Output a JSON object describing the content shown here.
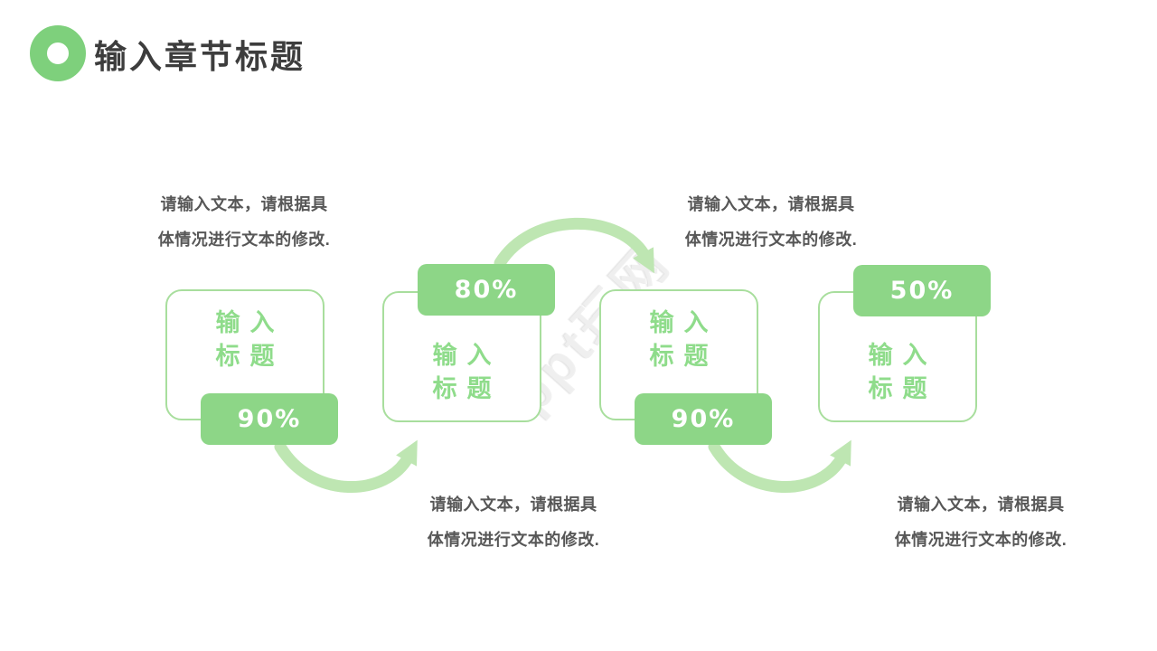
{
  "header": {
    "section_title": "输入章节标题"
  },
  "watermark": {
    "text": "ppt玩网"
  },
  "steps": [
    {
      "title_lines": [
        "输入",
        "标题"
      ],
      "percent": "90%",
      "badge_position": "bottom",
      "caption_lines": [
        "请输入文本，请根据具",
        "体情况进行文本的修改."
      ]
    },
    {
      "title_lines": [
        "输入",
        "标题"
      ],
      "percent": "80%",
      "badge_position": "top",
      "caption_lines": [
        "请输入文本，请根据具",
        "体情况进行文本的修改."
      ]
    },
    {
      "title_lines": [
        "输入",
        "标题"
      ],
      "percent": "90%",
      "badge_position": "bottom",
      "caption_lines": [
        "请输入文本，请根据具",
        "体情况进行文本的修改."
      ]
    },
    {
      "title_lines": [
        "输入",
        "标题"
      ],
      "percent": "50%",
      "badge_position": "top",
      "caption_lines": [
        "请输入文本，请根据具",
        "体情况进行文本的修改."
      ]
    }
  ],
  "colors": {
    "ring_green": "#7ed07c",
    "section_title_text": "#3d3d3d",
    "box_border_green": "#a8de9d",
    "box_title_green": "#8fdc8b",
    "badge_fill_green": "#8dd687",
    "badge_text": "#ffffff",
    "arrow_green": "#bee6b2",
    "caption_text": "#575757",
    "background": "#ffffff"
  }
}
